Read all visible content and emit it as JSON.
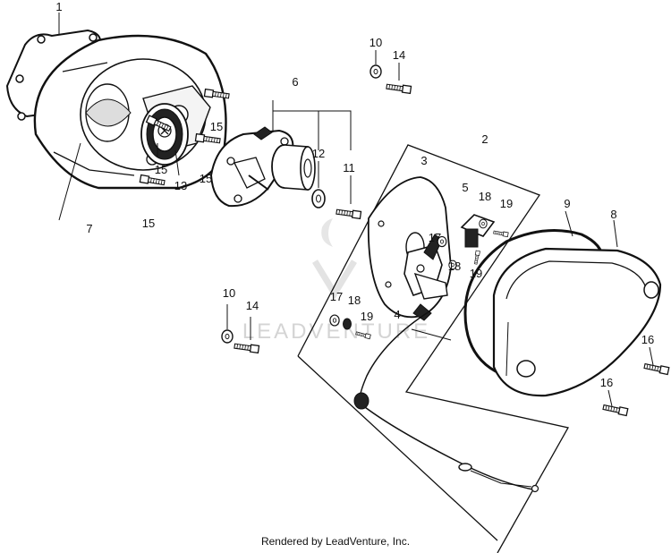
{
  "callouts": {
    "n1": "1",
    "n2": "2",
    "n3": "3",
    "n4": "4",
    "n5": "5",
    "n6": "6",
    "n7": "7",
    "n8": "8",
    "n9": "9",
    "n10a": "10",
    "n10b": "10",
    "n11": "11",
    "n12": "12",
    "n13": "13",
    "n14a": "14",
    "n14b": "14",
    "n15a": "15",
    "n15b": "15",
    "n15c": "15",
    "n15d": "15",
    "n16a": "16",
    "n16b": "16",
    "n17a": "17",
    "n17b": "17",
    "n18a": "18",
    "n18b": "18",
    "n18c": "18",
    "n19a": "19",
    "n19b": "19",
    "n19c": "19"
  },
  "watermark": "LEADVENTURE",
  "credit": "Rendered by LeadVenture, Inc."
}
